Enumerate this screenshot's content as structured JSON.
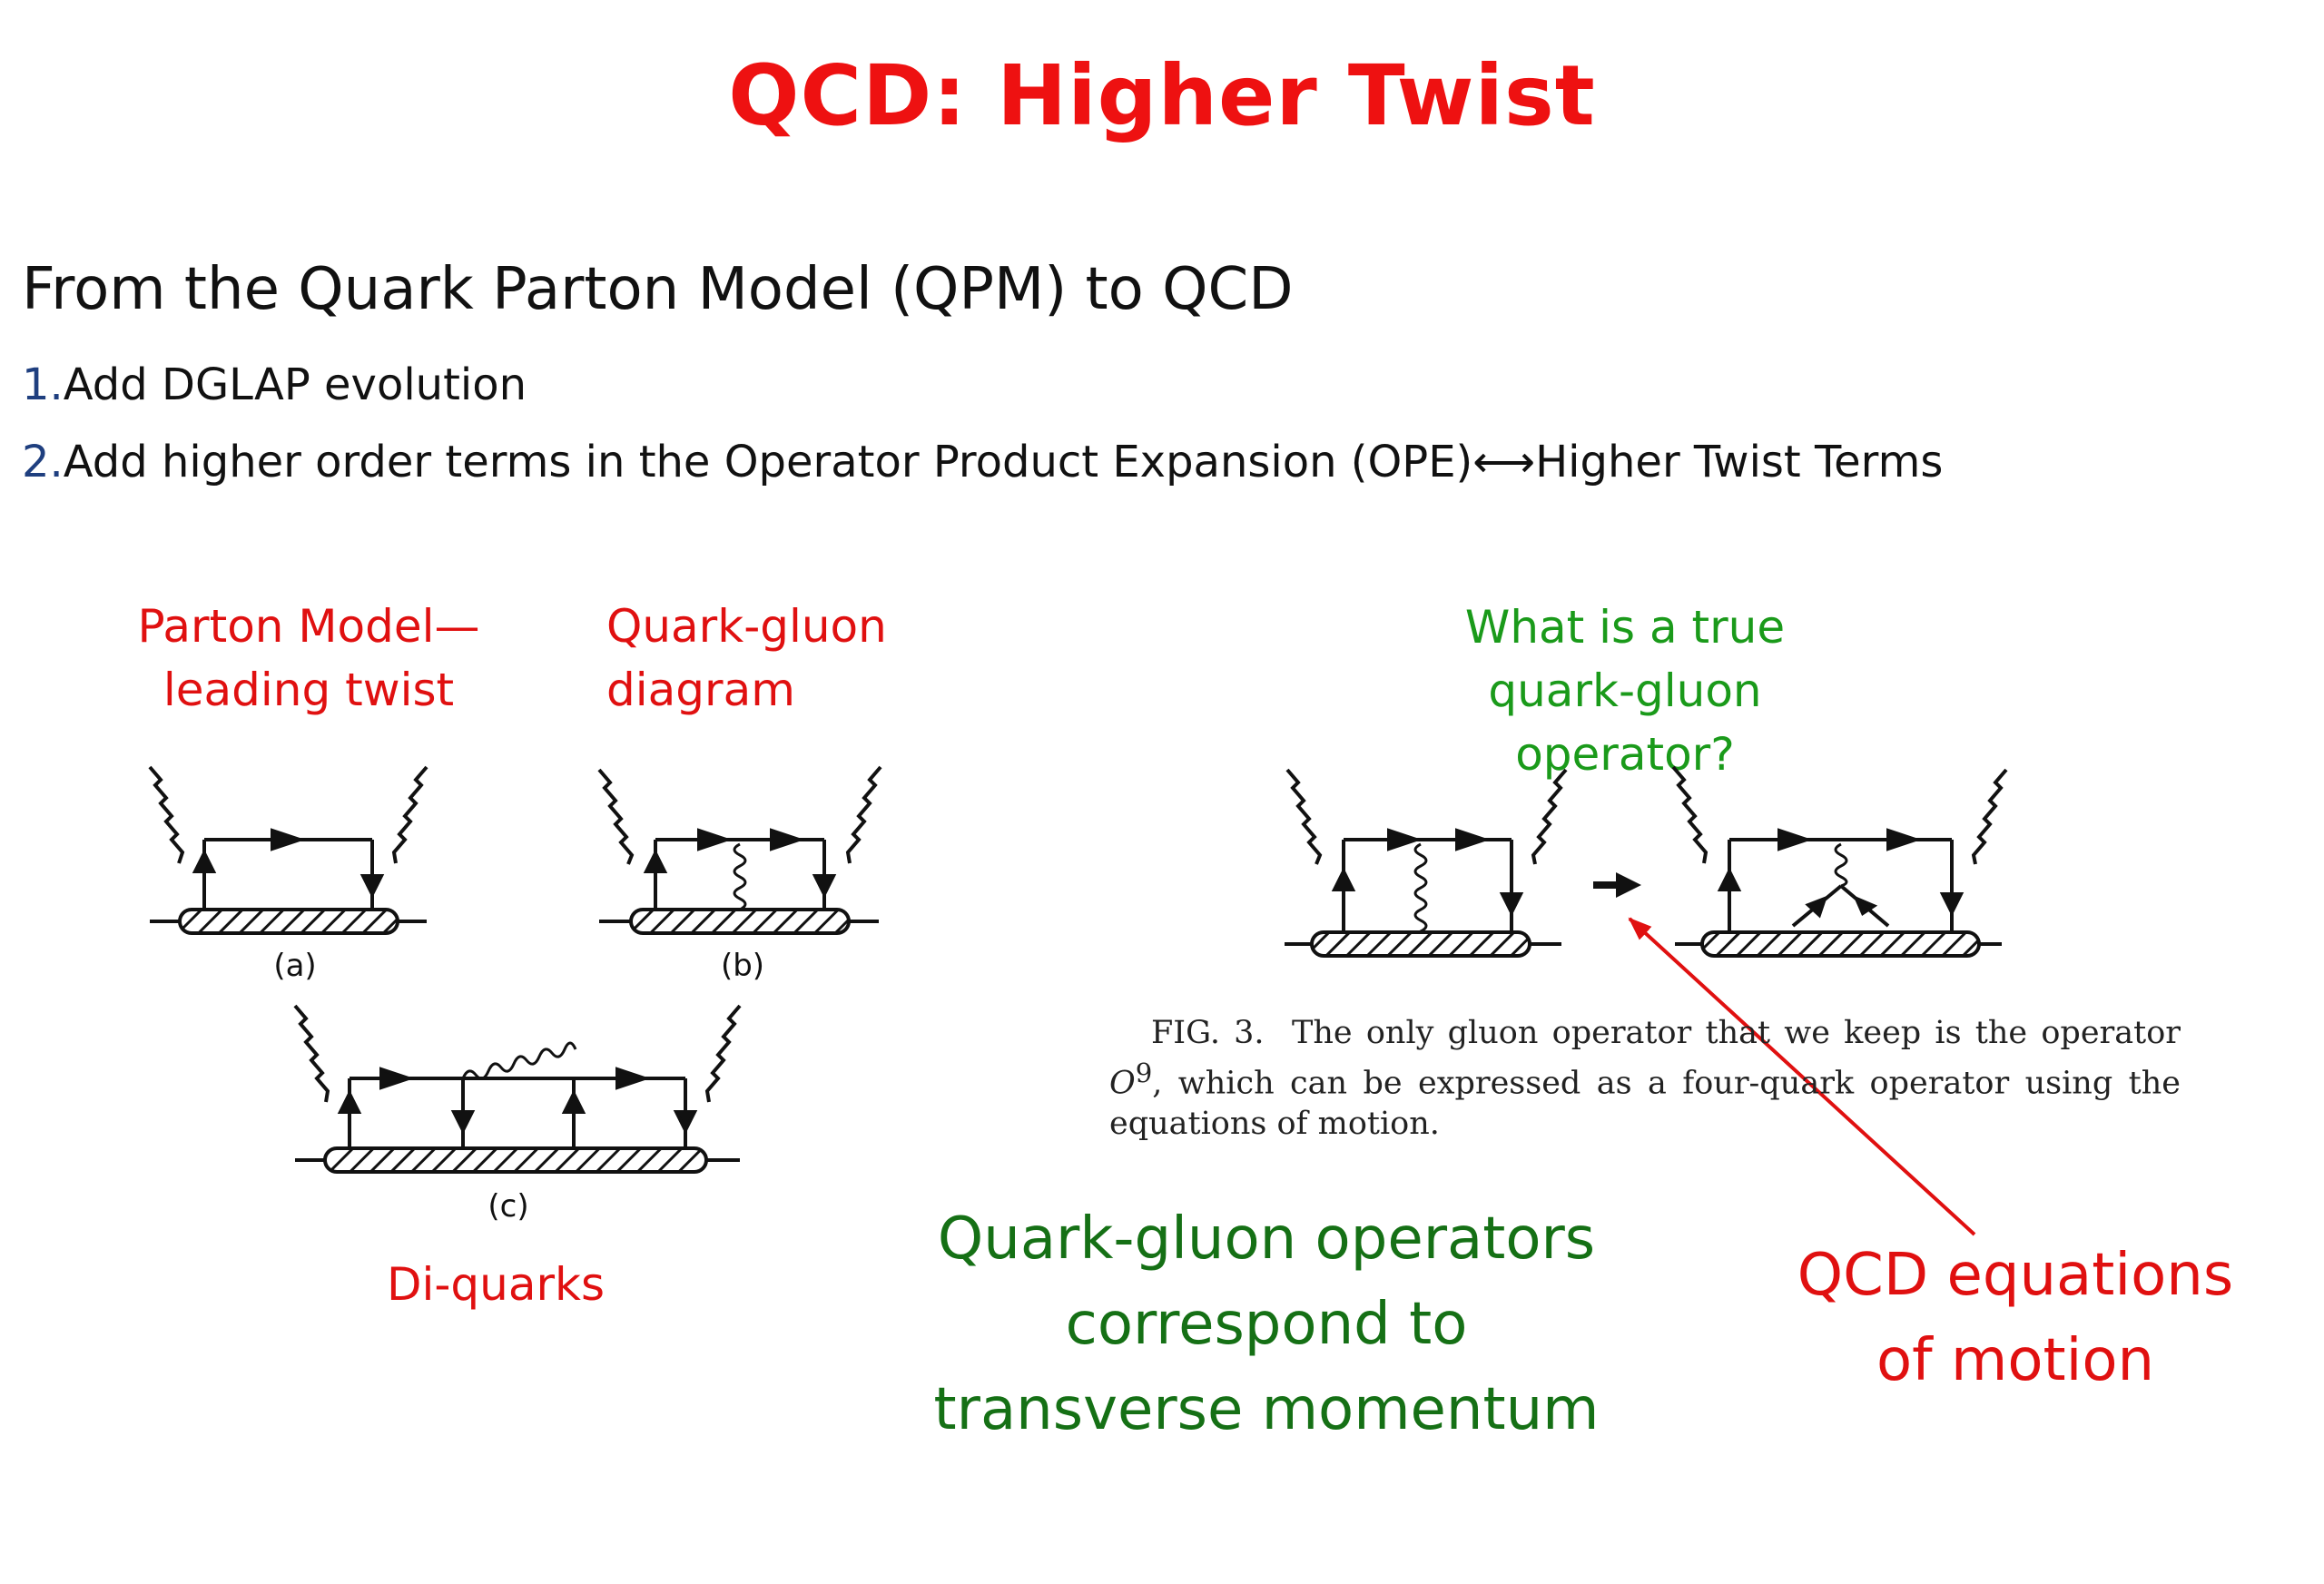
{
  "title": "QCD:  Higher Twist",
  "subtitle": "From the Quark Parton Model (QPM) to QCD",
  "list": [
    {
      "num": "1.",
      "text": "Add DGLAP evolution"
    },
    {
      "num": "2.",
      "text": "Add higher order terms in the Operator Product Expansion (OPE)⟷Higher Twist Terms"
    }
  ],
  "labels": {
    "parton_model_line1": "Parton Model—",
    "parton_model_line2": "leading twist",
    "quark_gluon_line1": "Quark-gluon",
    "quark_gluon_line2": "diagram",
    "diquarks": "Di-quarks",
    "true_op_line1": "What is a true",
    "true_op_line2": "quark-gluon",
    "true_op_line3": "operator?",
    "qg_transverse_line1": "Quark-gluon operators",
    "qg_transverse_line2": "correspond to",
    "qg_transverse_line3": "transverse momentum",
    "eom_line1": "QCD equations",
    "eom_line2": "of motion"
  },
  "diagram_labels": {
    "a": "(a)",
    "b": "(b)",
    "c": "(c)"
  },
  "figure_caption": {
    "fig": "FIG. 3.",
    "line1": "The only gluon operator that we keep is the operator",
    "op": "O",
    "sup": "9",
    "line2": ", which can be expressed as a four-quark operator using the",
    "line3": "equations of motion."
  },
  "colors": {
    "title": "#ee1111",
    "red_label": "#e01010",
    "green_label": "#1a9a1a",
    "dark_green": "#157015",
    "arrow": "#e01010"
  }
}
